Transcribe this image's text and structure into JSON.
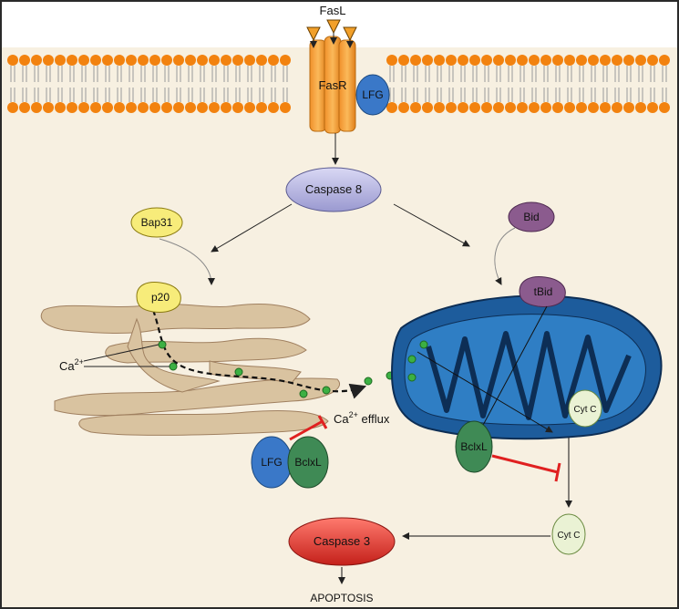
{
  "labels": {
    "fasl": "FasL",
    "fasr": "FasR",
    "lfg_membrane": "LFG",
    "caspase8": "Caspase 8",
    "bap31": "Bap31",
    "bid": "Bid",
    "p20": "p20",
    "tbid": "tBid",
    "ca_label_base": "Ca",
    "ca_label_sup": "2+",
    "efflux_base": "Ca",
    "efflux_sup": "2+",
    "efflux_tail": " efflux",
    "lfg_er": "LFG",
    "bclxl_er": "BclxL",
    "bclxl_mito": "BclxL",
    "cytc_mito": "Cyt C",
    "cytc_free": "Cyt C",
    "caspase3": "Caspase 3",
    "apoptosis": "APOPTOSIS"
  },
  "colors": {
    "cytoplasm": "#f7f0e1",
    "lipid_head": "#f2820f",
    "receptor": "#f4a23a",
    "lfg": "#3a78c8",
    "caspase8": "#b9b8e4",
    "bap31": "#f7ec7a",
    "bid": "#8b5b8e",
    "er": "#d9c3a0",
    "mito_outer": "#1d5c9c",
    "mito_inner": "#2f7ec4",
    "bclxl": "#3f8a55",
    "cytc": "#eaf2d4",
    "caspase3": "#e8423a",
    "calcium": "#3cb043",
    "inhibit": "#e02020"
  },
  "icons": {
    "fasl": "triangle-ligand",
    "calcium": "dot"
  }
}
